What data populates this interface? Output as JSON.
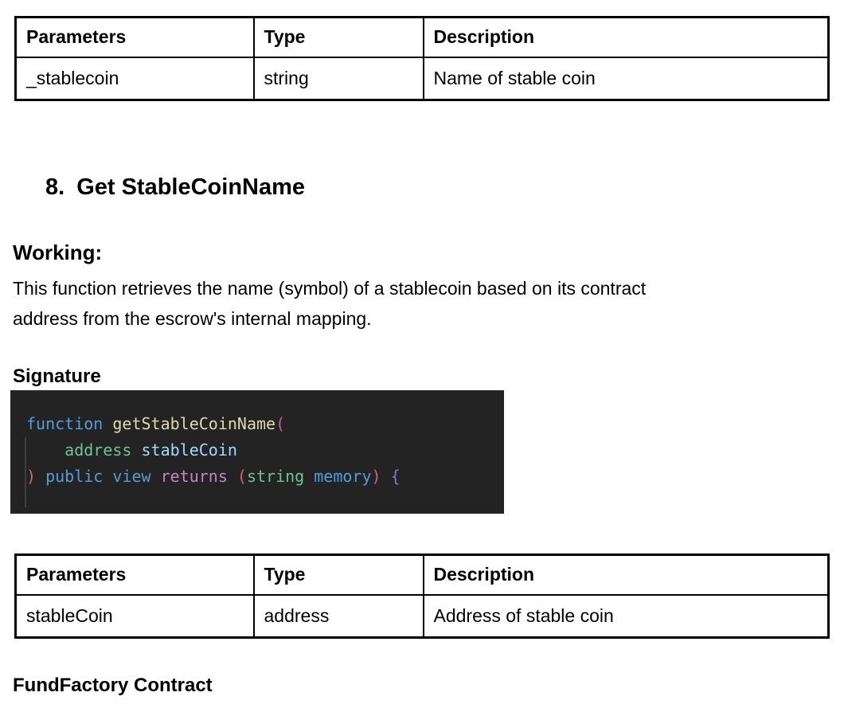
{
  "colors": {
    "code_bg": "#232323",
    "keyword": "#569CD6",
    "function": "#DCDCAA",
    "type": "#6EC394",
    "variable": "#9CDCFE",
    "magenta": "#C586C0",
    "paren": "#CE637E",
    "brace": "#767BD0",
    "plain": "#D4D4D4",
    "table_border": "#000000"
  },
  "table1": {
    "headers": [
      "Parameters",
      "Type",
      "Description"
    ],
    "rows": [
      [
        "_stablecoin",
        "string",
        "Name of stable coin"
      ]
    ]
  },
  "section": {
    "number": "8.",
    "title": "Get StableCoinName"
  },
  "working": {
    "heading": "Working:",
    "body": "This function retrieves the name (symbol) of a stablecoin based on its contract\naddress from the escrow's internal mapping."
  },
  "signature": {
    "heading": "Signature",
    "code": {
      "lines": [
        [
          {
            "k": "keyword",
            "t": "function "
          },
          {
            "k": "function",
            "t": "getStableCoinName"
          },
          {
            "k": "paren",
            "t": "("
          }
        ],
        [
          {
            "k": "plain",
            "t": "    "
          },
          {
            "k": "type",
            "t": "address "
          },
          {
            "k": "variable",
            "t": "stableCoin"
          }
        ],
        [
          {
            "k": "paren",
            "t": ") "
          },
          {
            "k": "keyword",
            "t": "public view "
          },
          {
            "k": "magenta",
            "t": "returns "
          },
          {
            "k": "paren",
            "t": "("
          },
          {
            "k": "type",
            "t": "string "
          },
          {
            "k": "keyword",
            "t": "memory"
          },
          {
            "k": "paren",
            "t": ")"
          },
          {
            "k": "plain",
            "t": " "
          },
          {
            "k": "brace",
            "t": "{"
          }
        ]
      ]
    }
  },
  "table2": {
    "headers": [
      "Parameters",
      "Type",
      "Description"
    ],
    "rows": [
      [
        "stableCoin",
        "address",
        "Address of stable coin"
      ]
    ]
  },
  "footer": {
    "heading": "FundFactory Contract"
  }
}
